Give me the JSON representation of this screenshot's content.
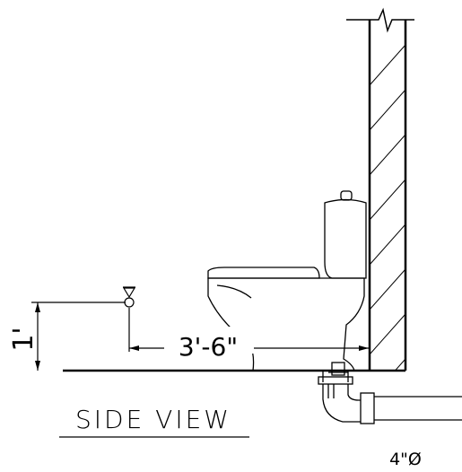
{
  "drawing": {
    "title": "SIDE VIEW",
    "dimension_height": "1'",
    "dimension_distance": "3'-6\"",
    "pipe_size": "4\"Ø"
  },
  "colors": {
    "line": "#000000",
    "background": "#ffffff"
  }
}
